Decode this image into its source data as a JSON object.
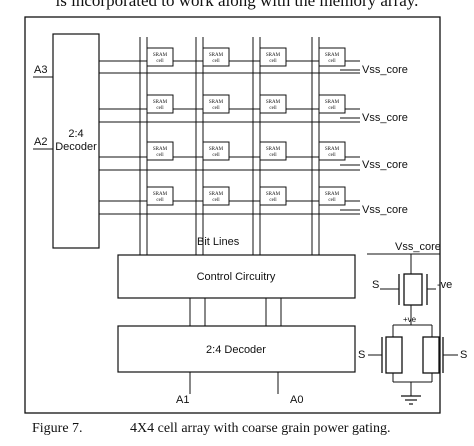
{
  "top_text": "is incorporated to work along with the memory array.",
  "figure": {
    "row_decoder_label_1": "2:4",
    "row_decoder_label_2": "Decoder",
    "row_inputs": [
      "A3",
      "A2"
    ],
    "cell_label_1": "SRAM",
    "cell_label_2": "cell",
    "vss_labels": [
      "Vss_core",
      "Vss_core",
      "Vss_core",
      "Vss_core"
    ],
    "bit_lines_label": "Bit Lines",
    "control_label": "Control Circuitry",
    "col_decoder_label": "2:4 Decoder",
    "col_inputs": [
      "A1",
      "A0"
    ],
    "switch_vss_label": "Vss_core",
    "switch_s_top": "S",
    "switch_neg": "-ve",
    "switch_pos": "+ve",
    "switch_s_left": "S",
    "switch_s_right": "S"
  },
  "caption": {
    "number": "Figure 7.",
    "text": "4X4 cell array with coarse grain power gating."
  }
}
